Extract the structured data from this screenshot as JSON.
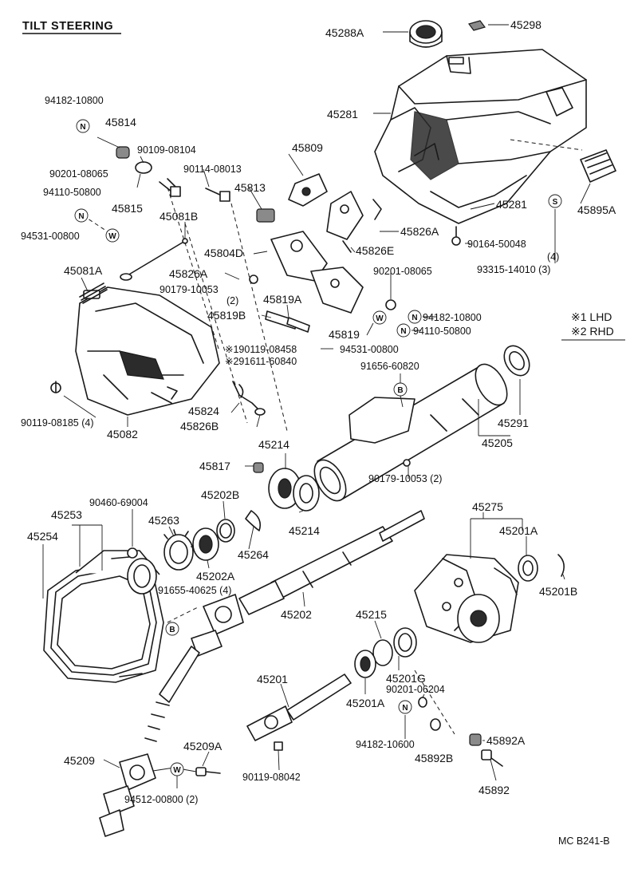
{
  "title": "TILT STEERING",
  "code": "MC B241-B",
  "legend": {
    "item1": "※1 LHD",
    "item2": "※2 RHD"
  },
  "markers": {
    "N": "N",
    "W": "W",
    "S": "S",
    "B": "B"
  },
  "parts": {
    "p45288A": "45288A",
    "p45298": "45298",
    "p45281a": "45281",
    "p45281b": "45281",
    "p45895A": "45895A",
    "p90164": "90164-50048",
    "p90164q": "(4)",
    "p93315": "93315-14010 (3)",
    "p94182a": "94182-10800",
    "p45814": "45814",
    "p90109": "90109-08104",
    "p90201a": "90201-08065",
    "p94110a": "94110-50800",
    "p45815": "45815",
    "p90114": "90114-08013",
    "p45809": "45809",
    "p45813": "45813",
    "p45826A1": "45826A",
    "p45826E": "45826E",
    "p45081B": "45081B",
    "p94531a": "94531-00800",
    "p45804D": "45804D",
    "p45081A": "45081A",
    "p45826A2": "45826A",
    "p90179a": "90179-10053",
    "p90179aq": "(2)",
    "p90201b": "90201-08065",
    "p45819A": "45819A",
    "p45819B": "45819B",
    "p45819": "45819",
    "p94182b": "94182-10800",
    "p94110b": "94110-50800",
    "p90119a1": "※190119-08458",
    "p91611": "※291611-60840",
    "p94531b": "94531-00800",
    "p91656": "91656-60820",
    "p90119b": "90119-08185 (4)",
    "p45082": "45082",
    "p45824": "45824",
    "p45826B": "45826B",
    "p45291": "45291",
    "p45205": "45205",
    "p45214a": "45214",
    "p45817": "45817",
    "p90179b": "90179-10053 (2)",
    "p90460": "90460-69004",
    "p45253": "45253",
    "p45202B": "45202B",
    "p45254": "45254",
    "p45263": "45263",
    "p45264": "45264",
    "p45214b": "45214",
    "p45275": "45275",
    "p45201A1": "45201A",
    "p45202A": "45202A",
    "p91655": "91655-40625 (4)",
    "p45201B": "45201B",
    "p45202": "45202",
    "p45215": "45215",
    "p45201G": "45201G",
    "p45201": "45201",
    "p90201c": "90201-06204",
    "p45201A2": "45201A",
    "p94182c": "94182-10600",
    "p45892A": "45892A",
    "p45892B": "45892B",
    "p45892": "45892",
    "p45209": "45209",
    "p45209A": "45209A",
    "p90119c": "90119-08042",
    "p94512": "94512-00800 (2)"
  }
}
